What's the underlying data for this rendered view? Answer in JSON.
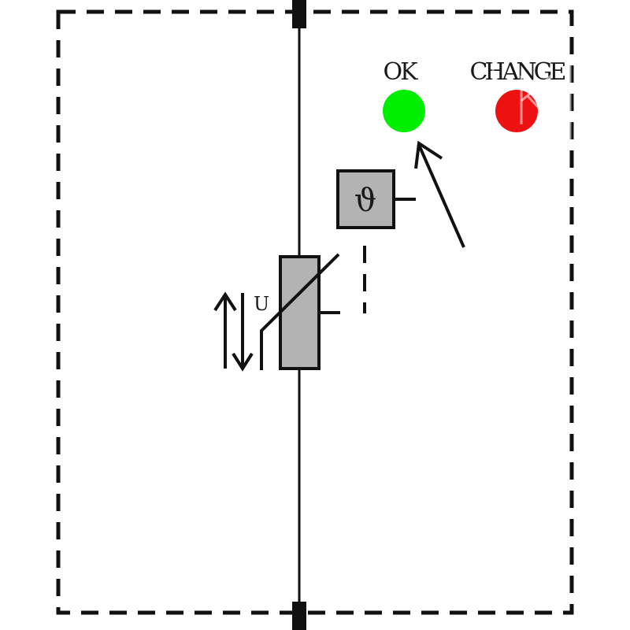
{
  "indicators": {
    "ok": {
      "label": "OK",
      "color": "#00ee00"
    },
    "change": {
      "label": "CHANGE",
      "color": "#ee1111"
    }
  },
  "thermal_disconnector": {
    "symbol": "ϑ"
  },
  "varistor": {
    "voltage_label": "U"
  },
  "colors": {
    "line": "#111111",
    "component_fill": "#b3b3b3"
  }
}
